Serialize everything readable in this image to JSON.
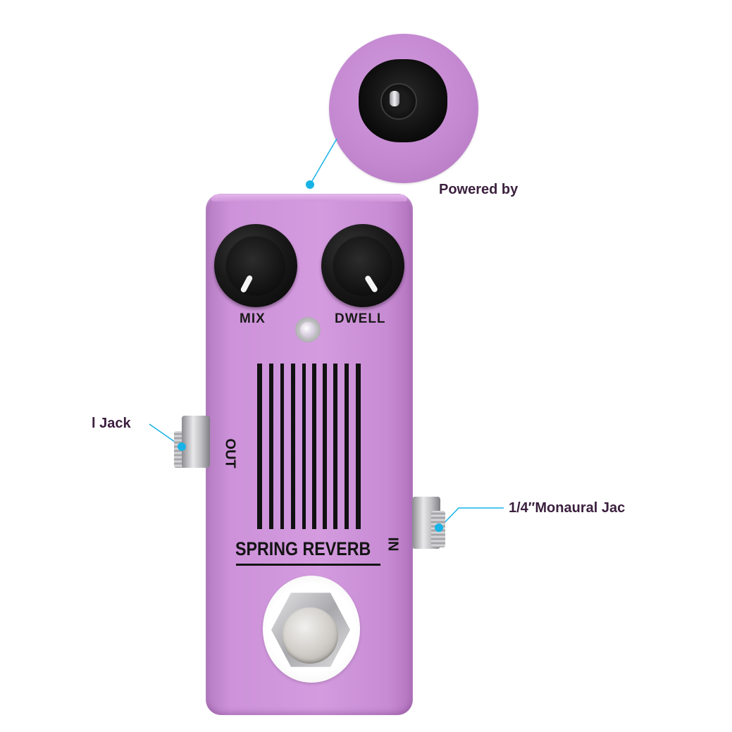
{
  "product": {
    "knobs": [
      {
        "label": "MIX"
      },
      {
        "label": "DWELL"
      }
    ],
    "name": "SPRING REVERB",
    "jack_labels": {
      "out": "OUT",
      "in": "IN"
    }
  },
  "callouts": {
    "power": "Powered by",
    "left_jack": "l Jack",
    "right_jack": "1/4″Monaural Jac"
  },
  "colors": {
    "pedal_body": "#cd92d9",
    "callout_line": "#17b3e6",
    "callout_text": "#3b1f3e"
  }
}
